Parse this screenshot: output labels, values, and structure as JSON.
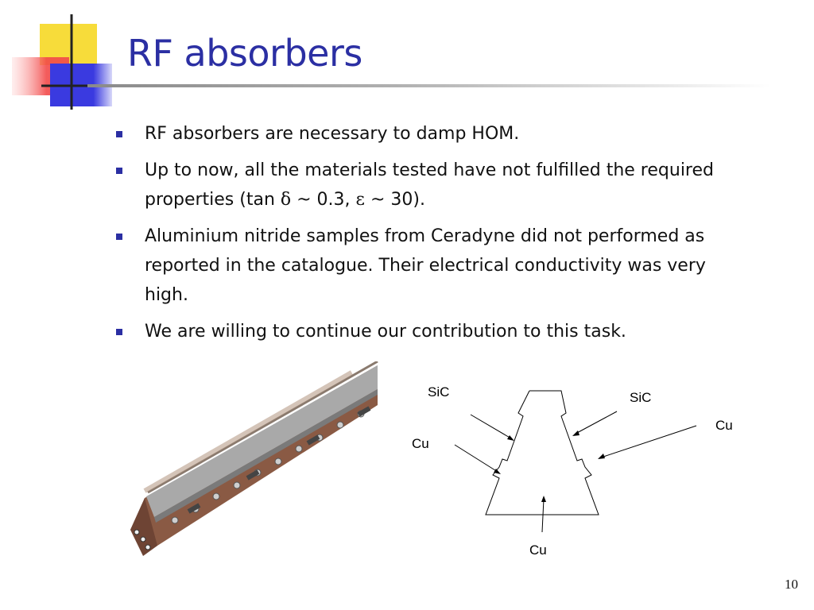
{
  "slide": {
    "title": "RF absorbers",
    "page_number": "10"
  },
  "bullets": [
    {
      "text": "RF absorbers are necessary to damp HOM."
    },
    {
      "parts": [
        "Up to now, all the materials tested have not fulfilled the required properties (tan ",
        "δ",
        " ~ 0.3, ",
        "ε",
        " ~ 30)."
      ]
    },
    {
      "text": "Aluminium nitride samples from Ceradyne did not performed as reported in the catalogue. Their electrical conductivity was very high."
    },
    {
      "text": "We are willing to continue our contribution to this task."
    }
  ],
  "diagram": {
    "labels": {
      "sic_left": "SiC",
      "sic_right": "SiC",
      "cu_left": "Cu",
      "cu_right": "Cu",
      "cu_bottom": "Cu"
    }
  },
  "colors": {
    "title": "#2b2fa3",
    "bullet": "#2b2fa3",
    "logo_yellow": "#f7dc3a",
    "logo_red": "#f24a4a",
    "logo_blue": "#3a3ae0",
    "copper": "#8a5a44",
    "silver": "#a9a9a9"
  }
}
